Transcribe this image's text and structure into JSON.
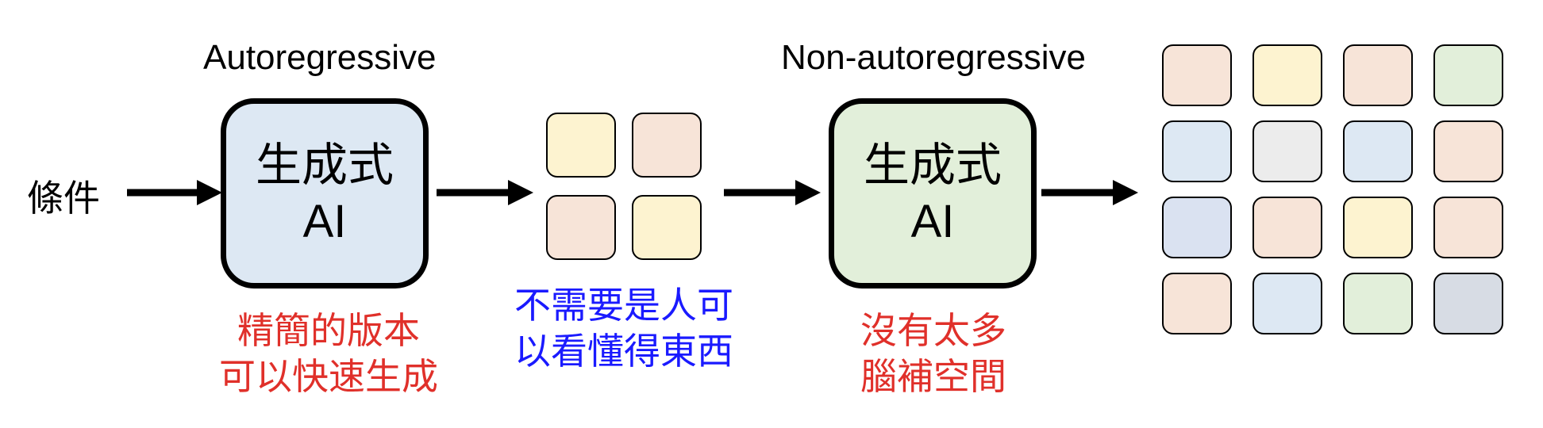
{
  "headings": {
    "autoregressive": "Autoregressive",
    "non_autoregressive": "Non-autoregressive"
  },
  "input_label": "條件",
  "model_box_1": {
    "line1": "生成式",
    "line2": "AI",
    "fill": "#dde8f3"
  },
  "model_box_2": {
    "line1": "生成式",
    "line2": "AI",
    "fill": "#e2efda"
  },
  "notes": {
    "note1": {
      "lines": [
        "精簡的版本",
        "可以快速生成"
      ],
      "color": "#e0302a"
    },
    "note2": {
      "lines": [
        "不需要是人可",
        "以看懂得東西"
      ],
      "color": "#1a1aff"
    },
    "note3": {
      "lines": [
        "沒有太多",
        "腦補空間"
      ],
      "color": "#e0302a"
    }
  },
  "small_grid": {
    "rows": 2,
    "cols": 2,
    "colors": [
      "#fdf3d0",
      "#f7e4d8",
      "#f7e4d8",
      "#fdf3d0"
    ]
  },
  "large_grid": {
    "rows": 4,
    "cols": 4,
    "colors": [
      "#f7e4d8",
      "#fdf3d0",
      "#f7e4d8",
      "#e2efda",
      "#dde8f3",
      "#ececec",
      "#dde8f3",
      "#f7e4d8",
      "#dae2f1",
      "#f7e4d8",
      "#fdf3d0",
      "#f7e4d8",
      "#f7e4d8",
      "#dde8f3",
      "#e2efda",
      "#d7dce4"
    ]
  }
}
